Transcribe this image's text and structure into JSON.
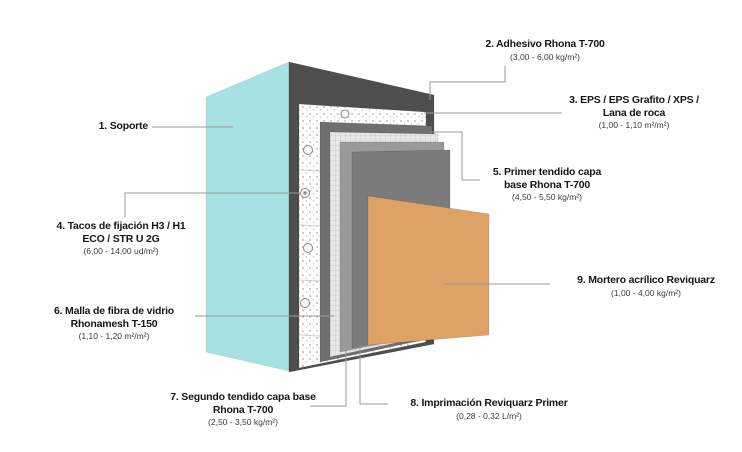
{
  "diagram": {
    "leader_color": "#999999",
    "labels": [
      {
        "title": "1. Soporte",
        "qty": ""
      },
      {
        "title": "2. Adhesivo Rhona T-700",
        "qty": "(3,00 - 6,00 kg/m²)"
      },
      {
        "title": "3. EPS / EPS Grafito / XPS / Lana de roca",
        "qty": "(1,00 - 1,10 m²/m²)"
      },
      {
        "title": "4. Tacos de fijación H3 / H1 ECO / STR U 2G",
        "qty": "(6,00 - 14,00 ud/m²)"
      },
      {
        "title": "5. Primer tendido capa base Rhona T-700",
        "qty": "(4,50 - 5,50 kg/m²)"
      },
      {
        "title": "6. Malla de fibra de vidrio Rhonamesh T-150",
        "qty": "(1,10 - 1,20 m²/m²)"
      },
      {
        "title": "7. Segundo tendido capa base Rhona T-700",
        "qty": "(2,50 - 3,50 kg/m²)"
      },
      {
        "title": "8. Imprimación Reviquarz Primer",
        "qty": "(0,28 - 0,32 L/m²)"
      },
      {
        "title": "9. Mortero acrílico Reviquarz",
        "qty": "(1,00 - 4,00 kg/m²)"
      }
    ],
    "layers": [
      {
        "name": "soporte",
        "color": "#a6e2e4"
      },
      {
        "name": "adhesivo",
        "color": "#4e4e4e"
      },
      {
        "name": "aislamiento",
        "color": "#ffffff"
      },
      {
        "name": "primer-tendido-capa-base",
        "color": "#6f6f6f"
      },
      {
        "name": "malla-fibra-vidrio",
        "color": "#e7e7e7"
      },
      {
        "name": "segundo-tendido-capa-base",
        "color": "#9a9a9a"
      },
      {
        "name": "imprimacion",
        "color": "#7b7b7b"
      },
      {
        "name": "mortero-acrilico",
        "color": "#dda266"
      }
    ]
  }
}
